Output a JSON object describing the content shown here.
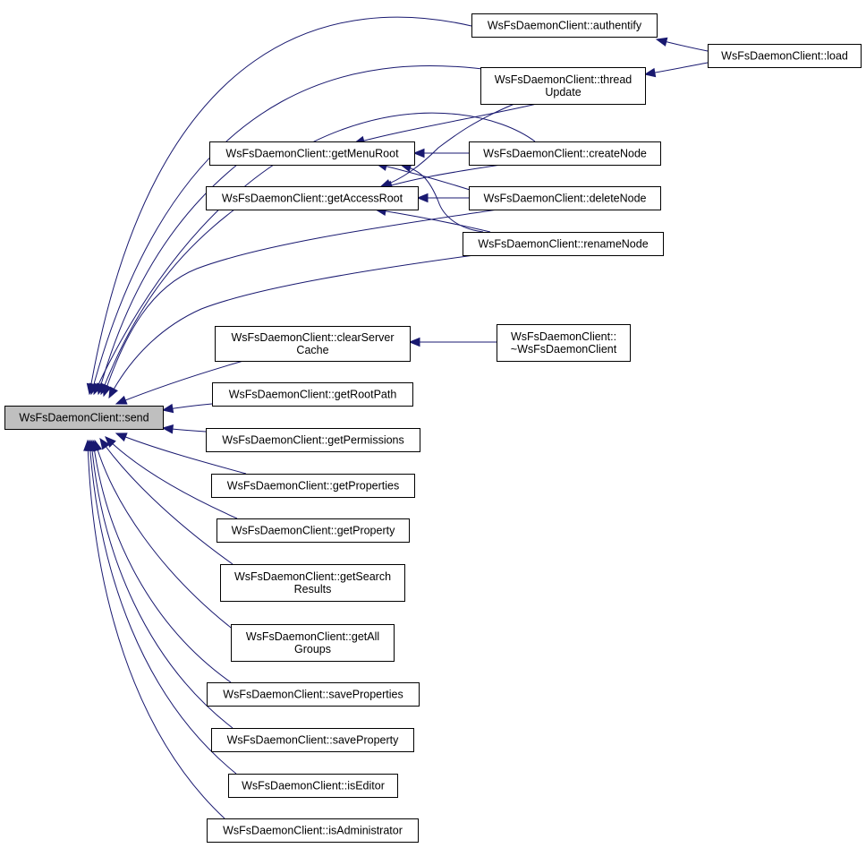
{
  "graph": {
    "edge_color": "#191970",
    "nodes": [
      {
        "id": "send",
        "lines": [
          "WsFsDaemonClient::send"
        ],
        "highlight": true
      },
      {
        "id": "authentify",
        "lines": [
          "WsFsDaemonClient::authentify"
        ]
      },
      {
        "id": "load",
        "lines": [
          "WsFsDaemonClient::load"
        ]
      },
      {
        "id": "threadUpdate",
        "lines": [
          "WsFsDaemonClient::thread",
          "Update"
        ]
      },
      {
        "id": "getMenuRoot",
        "lines": [
          "WsFsDaemonClient::getMenuRoot"
        ]
      },
      {
        "id": "createNode",
        "lines": [
          "WsFsDaemonClient::createNode"
        ]
      },
      {
        "id": "getAccessRoot",
        "lines": [
          "WsFsDaemonClient::getAccessRoot"
        ]
      },
      {
        "id": "deleteNode",
        "lines": [
          "WsFsDaemonClient::deleteNode"
        ]
      },
      {
        "id": "renameNode",
        "lines": [
          "WsFsDaemonClient::renameNode"
        ]
      },
      {
        "id": "clearServerCache",
        "lines": [
          "WsFsDaemonClient::clearServer",
          "Cache"
        ]
      },
      {
        "id": "destructor",
        "lines": [
          "WsFsDaemonClient::",
          "~WsFsDaemonClient"
        ]
      },
      {
        "id": "getRootPath",
        "lines": [
          "WsFsDaemonClient::getRootPath"
        ]
      },
      {
        "id": "getPermissions",
        "lines": [
          "WsFsDaemonClient::getPermissions"
        ]
      },
      {
        "id": "getProperties",
        "lines": [
          "WsFsDaemonClient::getProperties"
        ]
      },
      {
        "id": "getProperty",
        "lines": [
          "WsFsDaemonClient::getProperty"
        ]
      },
      {
        "id": "getSearchResults",
        "lines": [
          "WsFsDaemonClient::getSearch",
          "Results"
        ]
      },
      {
        "id": "getAllGroups",
        "lines": [
          "WsFsDaemonClient::getAll",
          "Groups"
        ]
      },
      {
        "id": "saveProperties",
        "lines": [
          "WsFsDaemonClient::saveProperties"
        ]
      },
      {
        "id": "saveProperty",
        "lines": [
          "WsFsDaemonClient::saveProperty"
        ]
      },
      {
        "id": "isEditor",
        "lines": [
          "WsFsDaemonClient::isEditor"
        ]
      },
      {
        "id": "isAdministrator",
        "lines": [
          "WsFsDaemonClient::isAdministrator"
        ]
      }
    ],
    "edges": [
      {
        "from": "authentify",
        "to": "send"
      },
      {
        "from": "threadUpdate",
        "to": "send"
      },
      {
        "from": "createNode",
        "to": "send"
      },
      {
        "from": "getMenuRoot",
        "to": "send"
      },
      {
        "from": "getAccessRoot",
        "to": "send"
      },
      {
        "from": "deleteNode",
        "to": "send"
      },
      {
        "from": "renameNode",
        "to": "send"
      },
      {
        "from": "clearServerCache",
        "to": "send"
      },
      {
        "from": "getRootPath",
        "to": "send"
      },
      {
        "from": "getPermissions",
        "to": "send"
      },
      {
        "from": "getProperties",
        "to": "send"
      },
      {
        "from": "getProperty",
        "to": "send"
      },
      {
        "from": "getSearchResults",
        "to": "send"
      },
      {
        "from": "getAllGroups",
        "to": "send"
      },
      {
        "from": "saveProperties",
        "to": "send"
      },
      {
        "from": "saveProperty",
        "to": "send"
      },
      {
        "from": "isEditor",
        "to": "send"
      },
      {
        "from": "isAdministrator",
        "to": "send"
      },
      {
        "from": "load",
        "to": "authentify"
      },
      {
        "from": "load",
        "to": "threadUpdate"
      },
      {
        "from": "threadUpdate",
        "to": "getMenuRoot"
      },
      {
        "from": "createNode",
        "to": "getMenuRoot"
      },
      {
        "from": "deleteNode",
        "to": "getMenuRoot"
      },
      {
        "from": "renameNode",
        "to": "getMenuRoot"
      },
      {
        "from": "threadUpdate",
        "to": "getAccessRoot"
      },
      {
        "from": "createNode",
        "to": "getAccessRoot"
      },
      {
        "from": "deleteNode",
        "to": "getAccessRoot"
      },
      {
        "from": "renameNode",
        "to": "getAccessRoot"
      },
      {
        "from": "destructor",
        "to": "clearServerCache"
      }
    ]
  }
}
